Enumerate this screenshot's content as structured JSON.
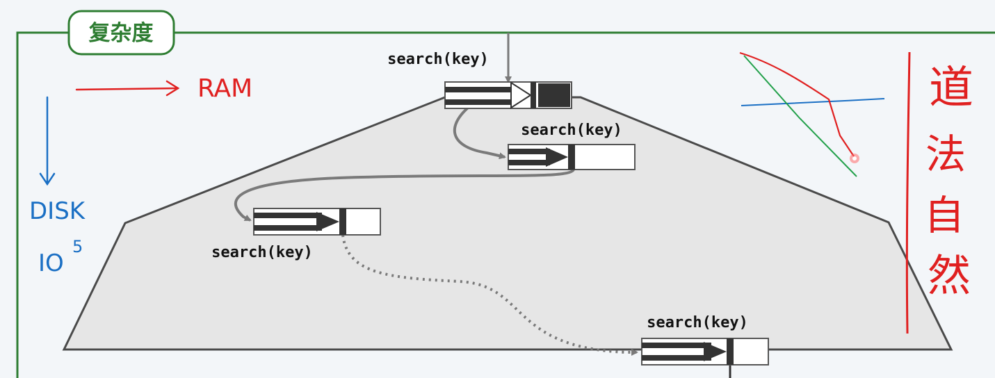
{
  "section_badge": {
    "label": "复杂度"
  },
  "labels": {
    "search1": "search(key)",
    "search2": "search(key)",
    "search3": "search(key)",
    "search4": "search(key)"
  },
  "annotations": {
    "ram": "RAM",
    "disk": "DISK",
    "io_base": "IO",
    "io_exp": "5",
    "chars": [
      "道",
      "法",
      "自",
      "然"
    ]
  },
  "colors": {
    "frame_green": "#2e7d32",
    "ram_red": "#e02020",
    "disk_blue": "#1a6fc4",
    "node_dark": "#333333"
  }
}
